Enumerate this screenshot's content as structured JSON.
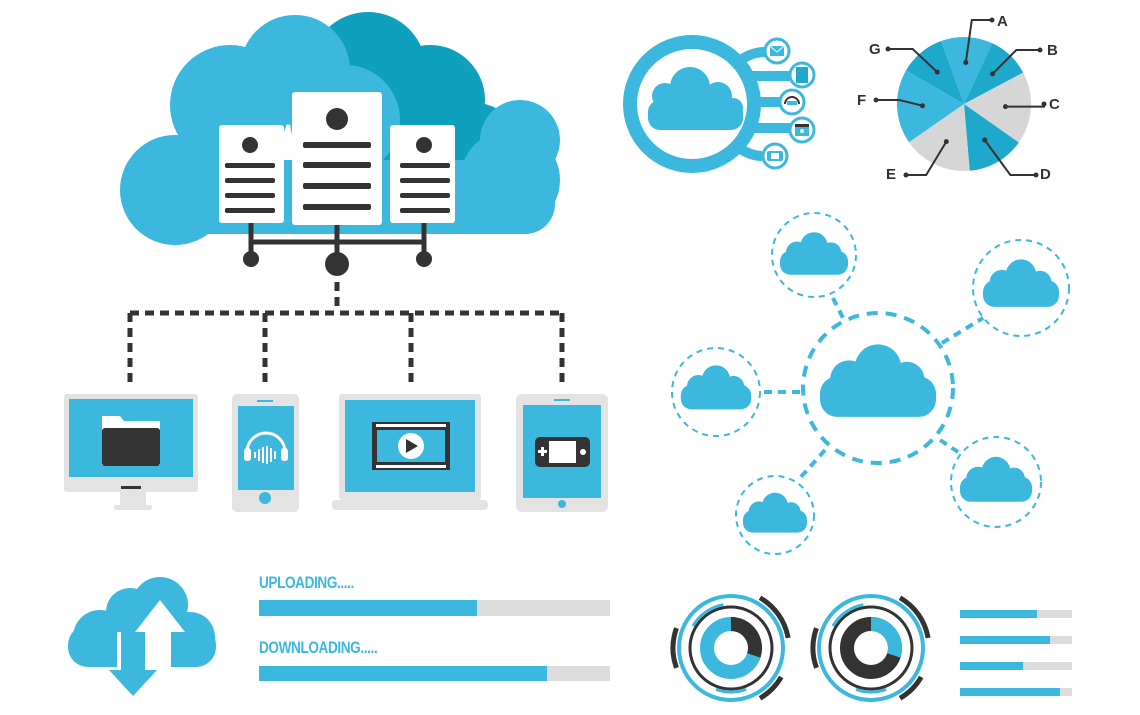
{
  "colors": {
    "primary": "#3cb8de",
    "dark_teal": "#0fa0bd",
    "mid_teal": "#1ea8cb",
    "gray": "#d6d6d6",
    "dark": "#333333",
    "device_frame": "#e3e3e3"
  },
  "cloud_server": {
    "servers": [
      "server-left",
      "server-center",
      "server-right"
    ]
  },
  "devices": [
    {
      "type": "desktop-monitor",
      "icon": "folder-icon"
    },
    {
      "type": "smartphone",
      "icon": "headphones-audio-icon"
    },
    {
      "type": "laptop",
      "icon": "film-play-icon"
    },
    {
      "type": "tablet",
      "icon": "gamepad-icon"
    }
  ],
  "cloud_services_hub": {
    "icons": [
      "mail-icon",
      "document-icon",
      "headphones-icon",
      "camera-icon",
      "gamepad-icon"
    ]
  },
  "chart_data": {
    "type": "pie",
    "title": "",
    "categories": [
      "A",
      "B",
      "C",
      "D",
      "E",
      "F",
      "G"
    ],
    "values": [
      12.5,
      10.3,
      17.5,
      13.9,
      16.7,
      18.0,
      11.1
    ],
    "colors": [
      "#3cb8de",
      "#1ea8cb",
      "#d6d6d6",
      "#1ea8cb",
      "#d6d6d6",
      "#3cb8de",
      "#1ea8cb"
    ],
    "legend": "callout-labels"
  },
  "cloud_network": {
    "nodes": [
      "central-cloud",
      "cloud-top",
      "cloud-top-right",
      "cloud-left",
      "cloud-bottom-left",
      "cloud-bottom-right"
    ]
  },
  "transfer": {
    "upload_label": "UPLOADING.....",
    "upload_progress": 0.62,
    "download_label": "DOWNLOADING.....",
    "download_progress": 0.82
  },
  "ring_gauges": [
    {
      "name": "gauge-1",
      "inner_dark_fraction": 0.3
    },
    {
      "name": "gauge-2",
      "inner_blue_fraction": 0.3
    }
  ],
  "mini_bars": [
    0.69,
    0.8,
    0.56,
    0.89
  ]
}
